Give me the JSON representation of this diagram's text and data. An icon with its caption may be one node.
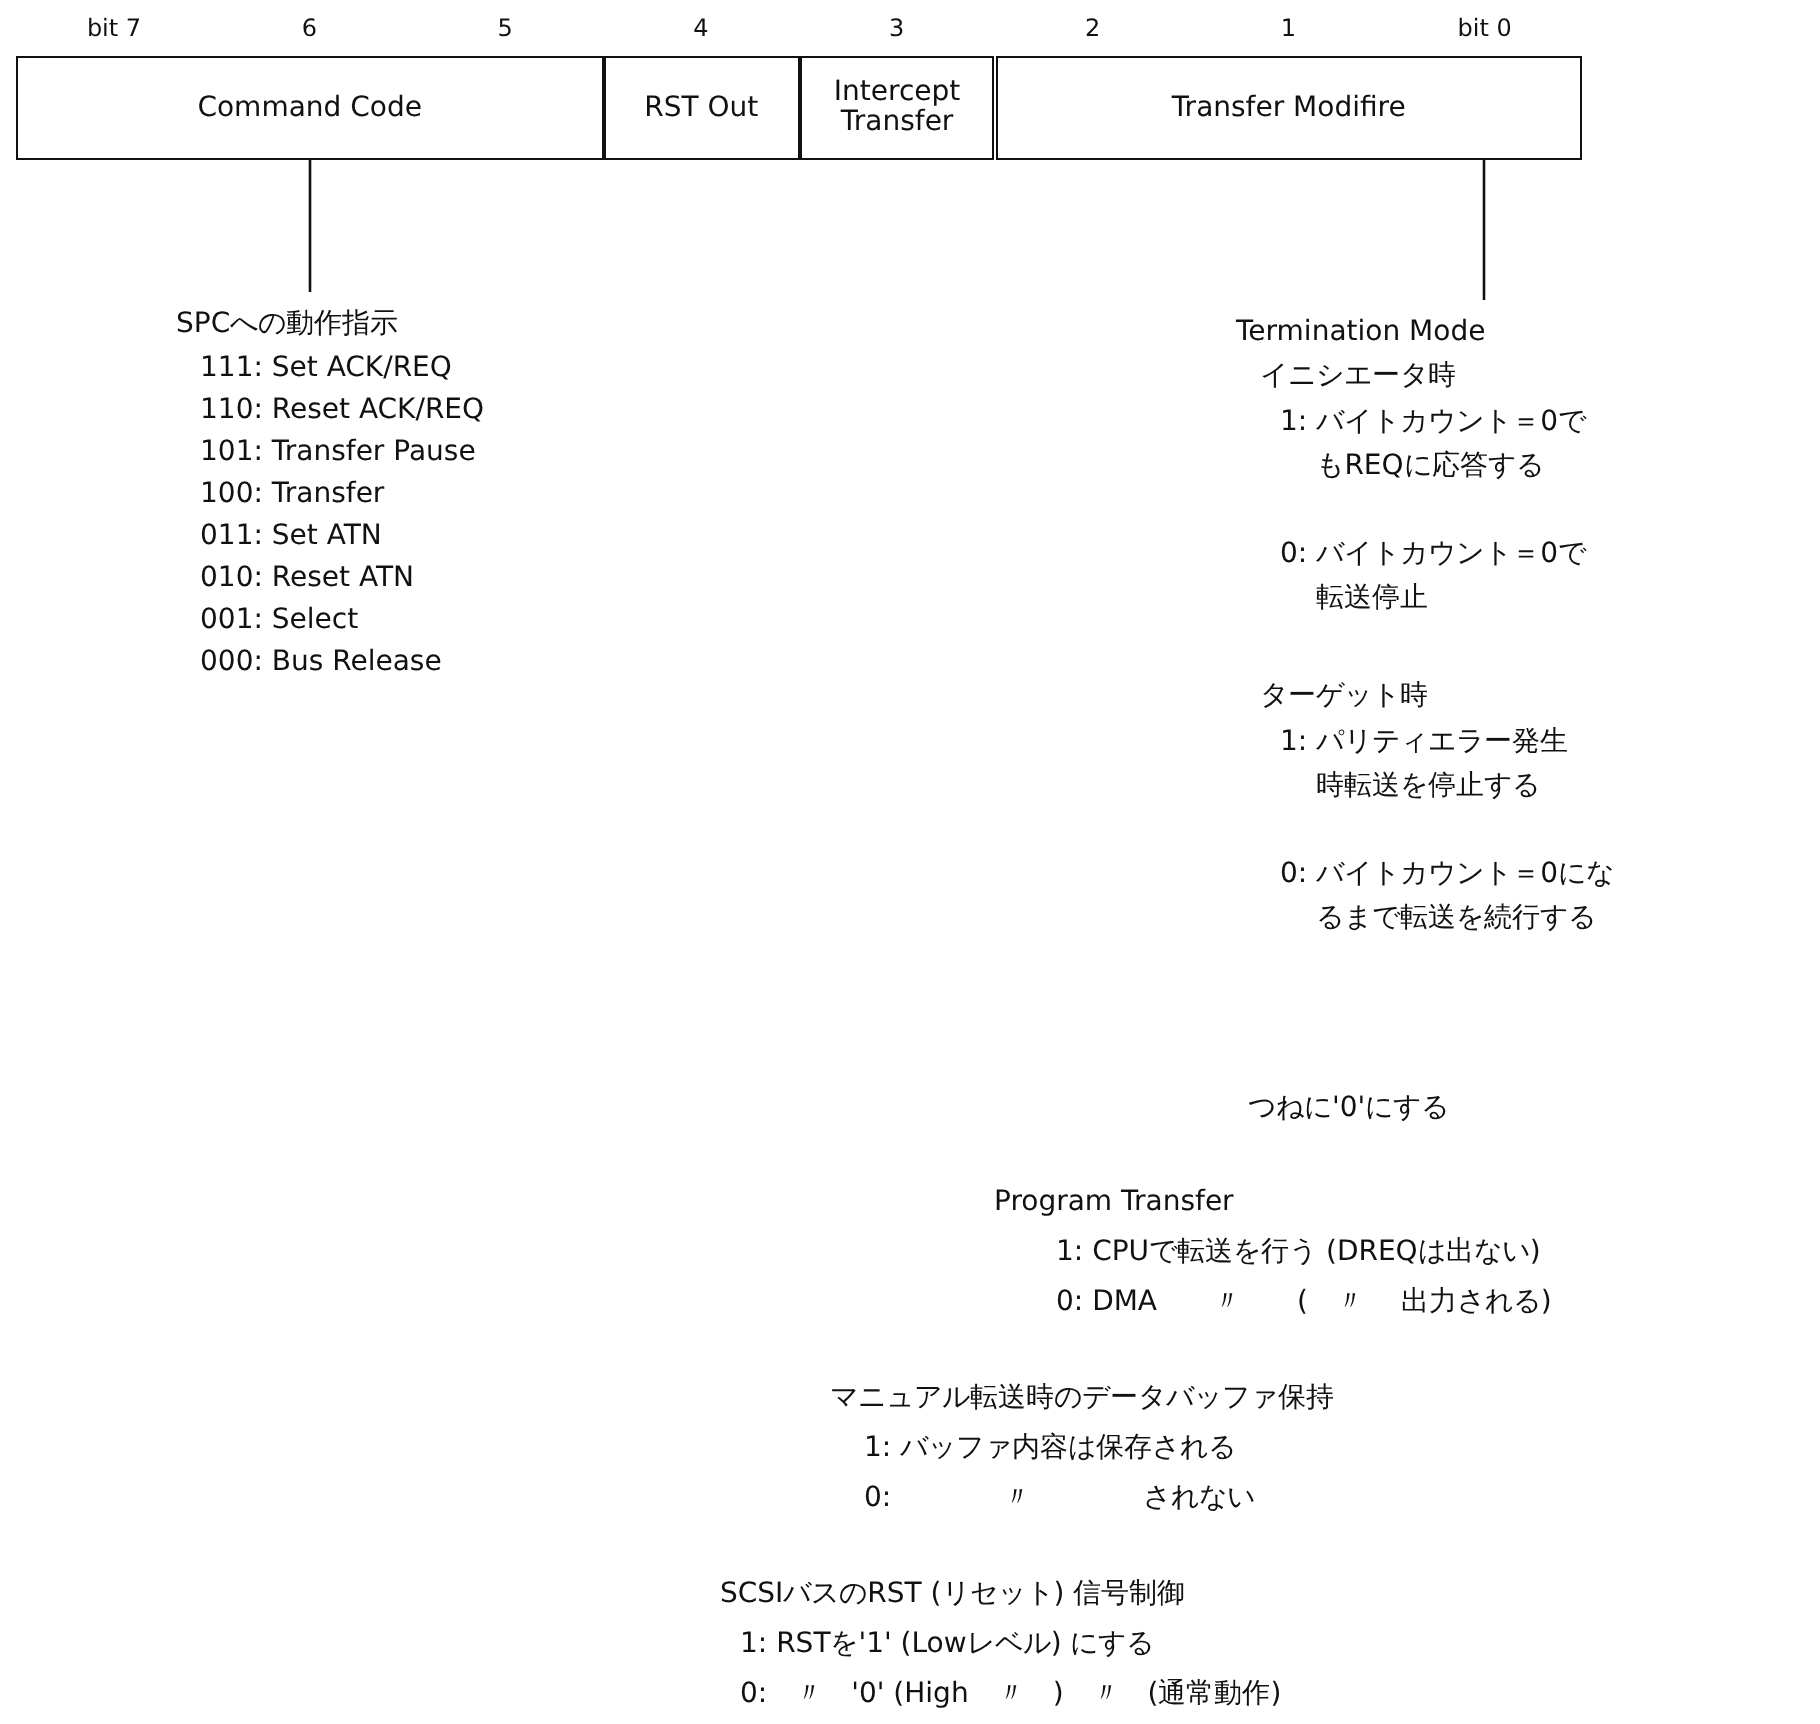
{
  "diagram": {
    "nodes": [
      {
        "text": [
          "Command Code"
        ]
      },
      {
        "text": [
          "RST Out"
        ]
      },
      {
        "text": [
          "Intercept Transfer"
        ]
      },
      {
        "text": [
          "Transfer Modifire"
        ]
      },
      {
        "text": [
          "SPCへの動作指示",
          "111: Set ACK/REQ",
          "110: Reset ACK/REQ",
          "101: Transfer Pause",
          "100: Transfer",
          "011: Set ATN",
          "010: Reset ATN",
          "001: Select",
          "000: Bus Release"
        ]
      },
      {
        "text": [
          "Termination Mode",
          "イニシエータ時",
          "1: バイトカウント＝0でもREQに応答する",
          "0: バイトカウント＝0で転送停止",
          "ターゲット時",
          "1: パリティエラー発生時転送を停止する",
          "0: バイトカウント＝0になるまで転送を続行する"
        ]
      }
    ],
    "edges": [
      {
        "from": 0,
        "to": 4,
        "arrow": "none"
      },
      {
        "from": 3,
        "to": 5,
        "arrow": "none"
      }
    ],
    "labels": [
      "bit 7",
      "6",
      "5",
      "4",
      "3",
      "2",
      "1",
      "bit 0",
      "つねに'0'にする",
      "Program Transfer",
      "1: CPUで転送を行う (DREQは出ない)",
      "0: DMA　　〃　　(　〃　 出力される)",
      "マニュアル転送時のデータバッファ保持",
      "1: バッファ内容は保存される",
      "0:　　　　〃　　　　されない",
      "SCSIバスのRST (リセット) 信号制御",
      "1: RSTを'1' (Lowレベル) にする",
      "0:　〃　'0' (High　〃　)　〃　(通常動作)"
    ]
  }
}
